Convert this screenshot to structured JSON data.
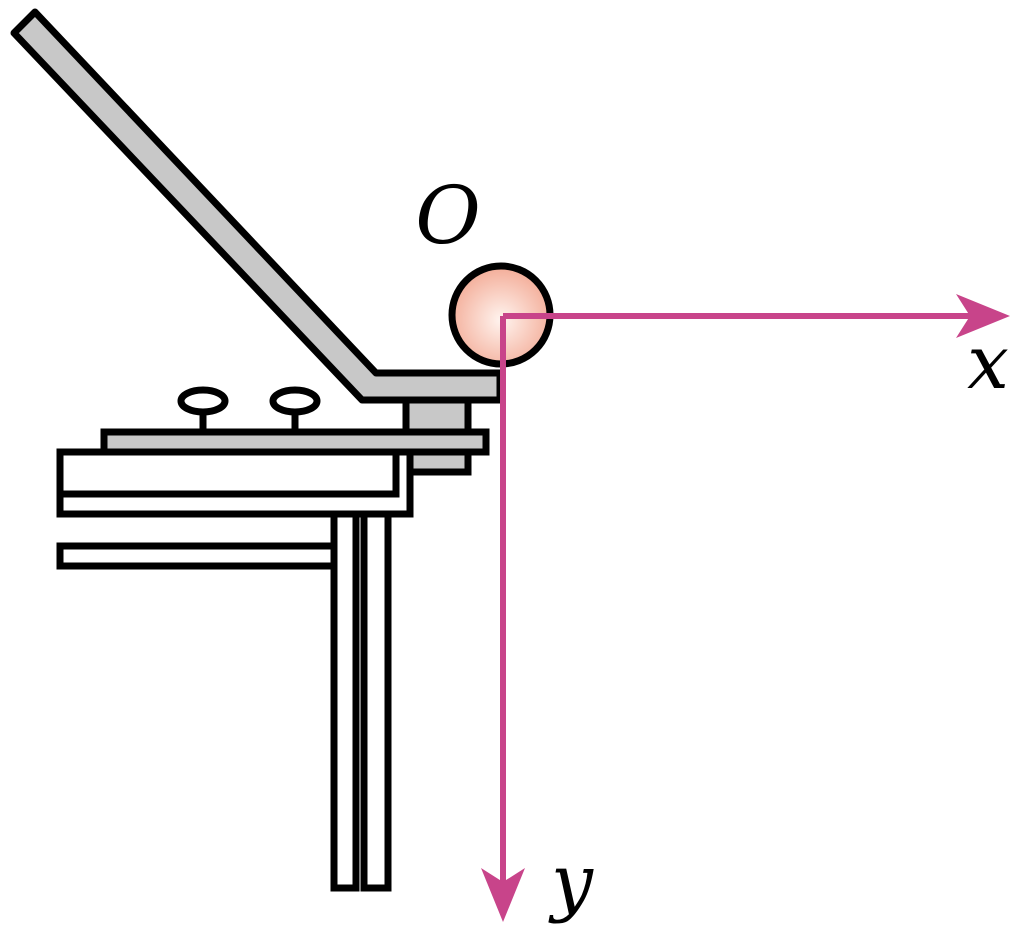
{
  "labels": {
    "origin": "O",
    "x_axis": "x",
    "y_axis": "y"
  },
  "colors": {
    "axis": "#c8448a",
    "ramp_fill": "#c8c8c8",
    "ball_fill": "#f2a58f",
    "ball_highlight": "#fff4ef",
    "outline": "#000000",
    "plank_fill": "#ffffff"
  }
}
